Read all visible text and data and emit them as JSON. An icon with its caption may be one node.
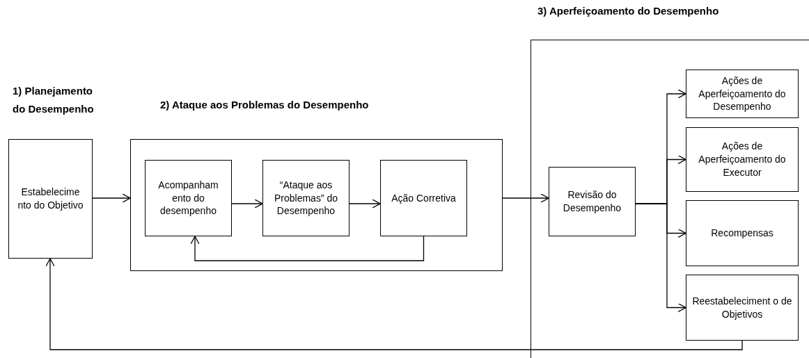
{
  "diagram": {
    "nodes": [
      {
        "text": [
          "Estabelecime nto do Objetivo"
        ]
      },
      {
        "text": [
          "2) Ataque aos Problemas do Desempenho"
        ]
      },
      {
        "text": [
          "Acompanham ento do desempenho"
        ],
        "in": 1
      },
      {
        "text": [
          "“Ataque aos Problemas” do Desempenho"
        ],
        "in": 1
      },
      {
        "text": [
          "Ação Corretiva"
        ],
        "in": 1
      },
      {
        "text": [
          "3) Aperfeiçoamento do Desempenho"
        ]
      },
      {
        "text": [
          "Revisão do Desempenho"
        ],
        "in": 5
      },
      {
        "text": [
          "Ações de Aperfeiçoamento do Desempenho"
        ],
        "in": 5
      },
      {
        "text": [
          "Ações de Aperfeiçoamento do Executor"
        ],
        "in": 5
      },
      {
        "text": [
          "Recompensas"
        ],
        "in": 5
      },
      {
        "text": [
          "Reestabeleciment o de Objetivos"
        ],
        "in": 5
      }
    ],
    "edges": [
      {
        "from": 0,
        "to": 1,
        "arrow": "to"
      },
      {
        "from": 2,
        "to": 3,
        "arrow": "to"
      },
      {
        "from": 3,
        "to": 4,
        "arrow": "to"
      },
      {
        "from": 4,
        "to": 2,
        "arrow": "to"
      },
      {
        "from": 1,
        "to": 6,
        "arrow": "to"
      },
      {
        "from": 6,
        "to": 7,
        "arrow": "to"
      },
      {
        "from": 6,
        "to": 8,
        "arrow": "to"
      },
      {
        "from": 6,
        "to": 9,
        "arrow": "to"
      },
      {
        "from": 6,
        "to": 10,
        "arrow": "to"
      },
      {
        "from": 10,
        "to": 0,
        "arrow": "to"
      }
    ],
    "labels": [
      "1) Planejamento do Desempenho"
    ]
  }
}
